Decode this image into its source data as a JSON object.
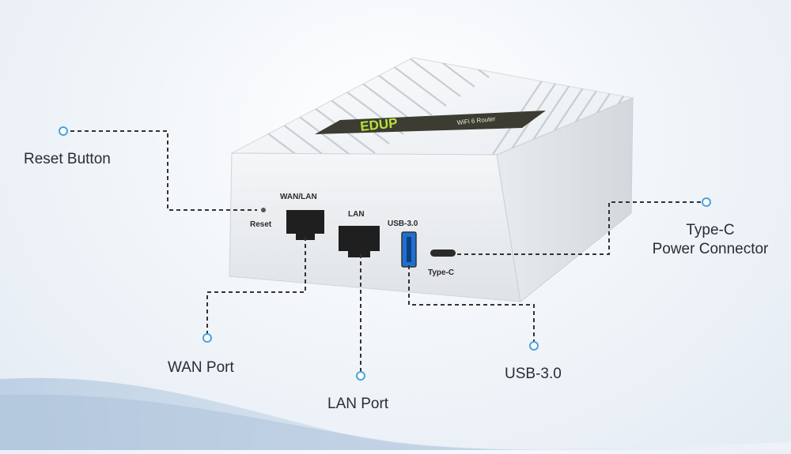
{
  "device": {
    "brand": "EDUP",
    "model_badge": "WiFi 6 Router",
    "port_labels": {
      "reset": "Reset",
      "wan_lan": "WAN/LAN",
      "lan": "LAN",
      "usb": "USB-3.0",
      "type_c": "Type-C"
    }
  },
  "callouts": {
    "reset": "Reset Button",
    "type_c_line1": "Type-C",
    "type_c_line2": "Power Connector",
    "wan": "WAN Port",
    "lan": "LAN Port",
    "usb": "USB-3.0"
  },
  "colors": {
    "accent": "#4aa3df",
    "leader": "#333333",
    "usb_blue": "#1f6fd1",
    "badge": "#3c3c32",
    "brand_glow": "#b9e23a"
  }
}
